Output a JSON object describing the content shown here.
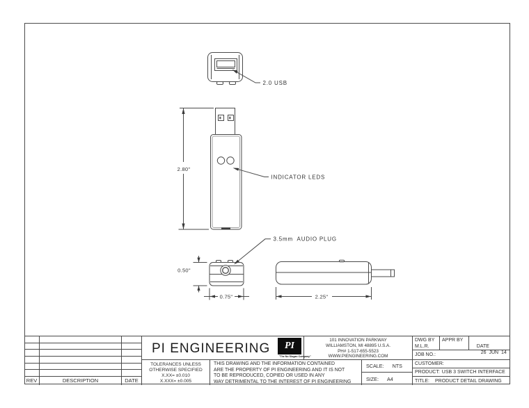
{
  "colors": {
    "line": "#4a4a4a",
    "text": "#2d2d2d",
    "background": "#ffffff",
    "logo_bg": "#0d0d0d"
  },
  "drawing_labels": {
    "usb": "2.0 USB",
    "leds": "INDICATOR LEDS",
    "audio": "3.5mm  AUDIO PLUG",
    "dim_overall_height": "2.80\"",
    "dim_body_height": "0.50\"",
    "dim_body_width": "0.75\"",
    "dim_body_length": "2.25\""
  },
  "title_block": {
    "rev_table": {
      "rev": "REV",
      "description": "DESCRIPTION",
      "date": "DATE"
    },
    "company": {
      "name": "PI ENGINEERING",
      "logo": "PI",
      "tagline": "\"The No Slogan Company\""
    },
    "address": {
      "line1": "101 INNOVATION PARKWAY",
      "line2": "WILLIAMSTON, MI 48895 U.S.A.",
      "line3": "PH# 1-517-655-5523",
      "line4": "WWW.PIENGINEERING.COM"
    },
    "tolerances": {
      "line1": "TOLERANCES UNLESS",
      "line2": "OTHERWISE SPECIFIED",
      "line3": "X.XX= ±0.010",
      "line4": "X.XXX= ±0.005"
    },
    "disclaimer": {
      "line1": "THIS DRAWING AND THE INFORMATION CONTAINED",
      "line2": "ARE THE PROPERTY OF PI ENGINEERING AND IT IS NOT",
      "line3": "TO BE REPRODUCED, COPIED OR USED IN ANY",
      "line4": "WAY DETRIMENTAL TO THE INTEREST OF PI ENGINEERING"
    },
    "scale": {
      "label": "SCALE:",
      "value": "NTS"
    },
    "size": {
      "label": "SIZE:",
      "value": "A4"
    },
    "dwg_by": {
      "label": "DWG BY",
      "value": "M.L.R."
    },
    "appr_by": {
      "label": "APPR BY",
      "value": ""
    },
    "date": {
      "label": "DATE",
      "value": "26  JUN  14"
    },
    "job_no": {
      "label": "JOB NO.:"
    },
    "customer": {
      "label": "CUSTOMER:"
    },
    "product": {
      "label": "PRODUCT:",
      "value": "USB 3 SWITCH INTERFACE"
    },
    "doc_title": {
      "label": "TITLE:",
      "value": "PRODUCT DETAIL DRAWING"
    }
  }
}
